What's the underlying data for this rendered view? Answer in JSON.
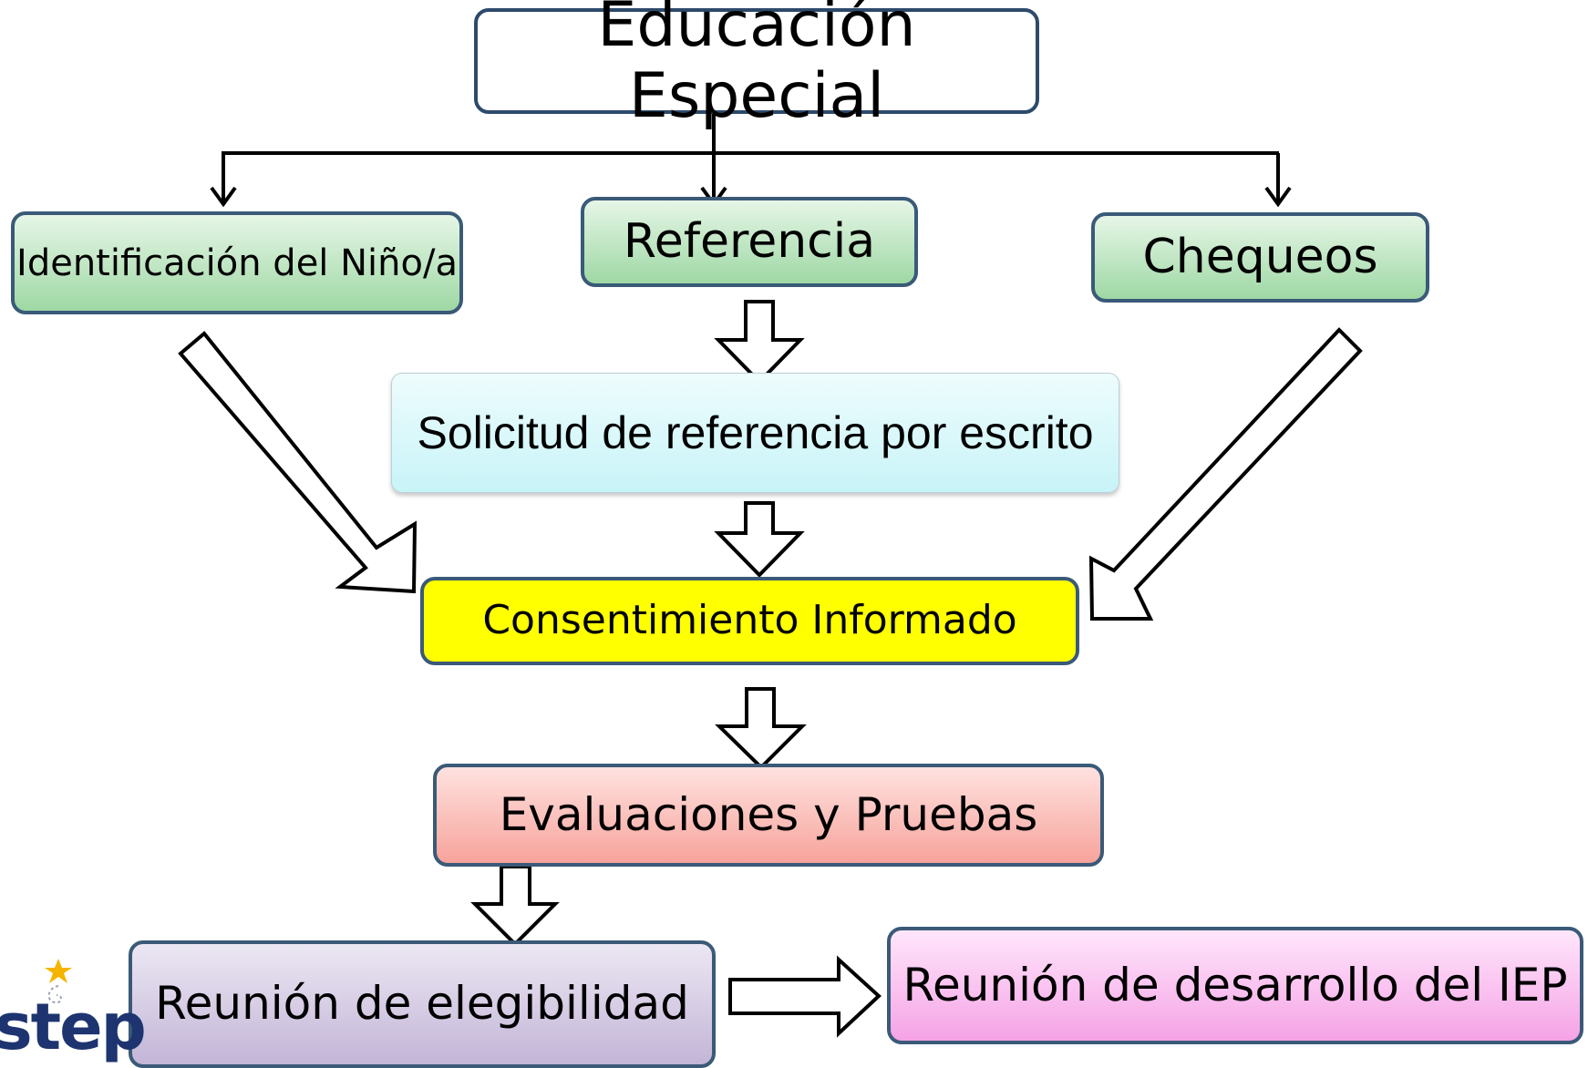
{
  "diagram": {
    "title": "Educación Especial",
    "nodes": {
      "identificacion": "Identificación del Niño/a",
      "referencia": "Referencia",
      "chequeos": "Chequeos",
      "solicitud": "Solicitud de referencia por escrito",
      "consentimiento": "Consentimiento Informado",
      "evaluaciones": "Evaluaciones y Pruebas",
      "reunion_elegibilidad": "Reunión de elegibilidad",
      "reunion_iep": "Reunión de desarrollo del IEP"
    },
    "edges": [
      {
        "from": "title",
        "to": "identificacion"
      },
      {
        "from": "title",
        "to": "referencia"
      },
      {
        "from": "title",
        "to": "chequeos"
      },
      {
        "from": "referencia",
        "to": "solicitud"
      },
      {
        "from": "identificacion",
        "to": "consentimiento"
      },
      {
        "from": "solicitud",
        "to": "consentimiento"
      },
      {
        "from": "chequeos",
        "to": "consentimiento"
      },
      {
        "from": "consentimiento",
        "to": "evaluaciones"
      },
      {
        "from": "evaluaciones",
        "to": "reunion_elegibilidad"
      },
      {
        "from": "reunion_elegibilidad",
        "to": "reunion_iep"
      }
    ]
  },
  "logo": {
    "text": "step",
    "star_color": "#f4b400",
    "text_color": "#1d3470"
  },
  "colors": {
    "box_border": "#3a5a78",
    "green_fill": "#9ed8a4",
    "cyan_fill": "#c8f4f8",
    "yellow_fill": "#ffff00",
    "red_fill": "#f7a39b",
    "purple_fill": "#c3b5d7",
    "pink_fill": "#f5a3e6"
  }
}
